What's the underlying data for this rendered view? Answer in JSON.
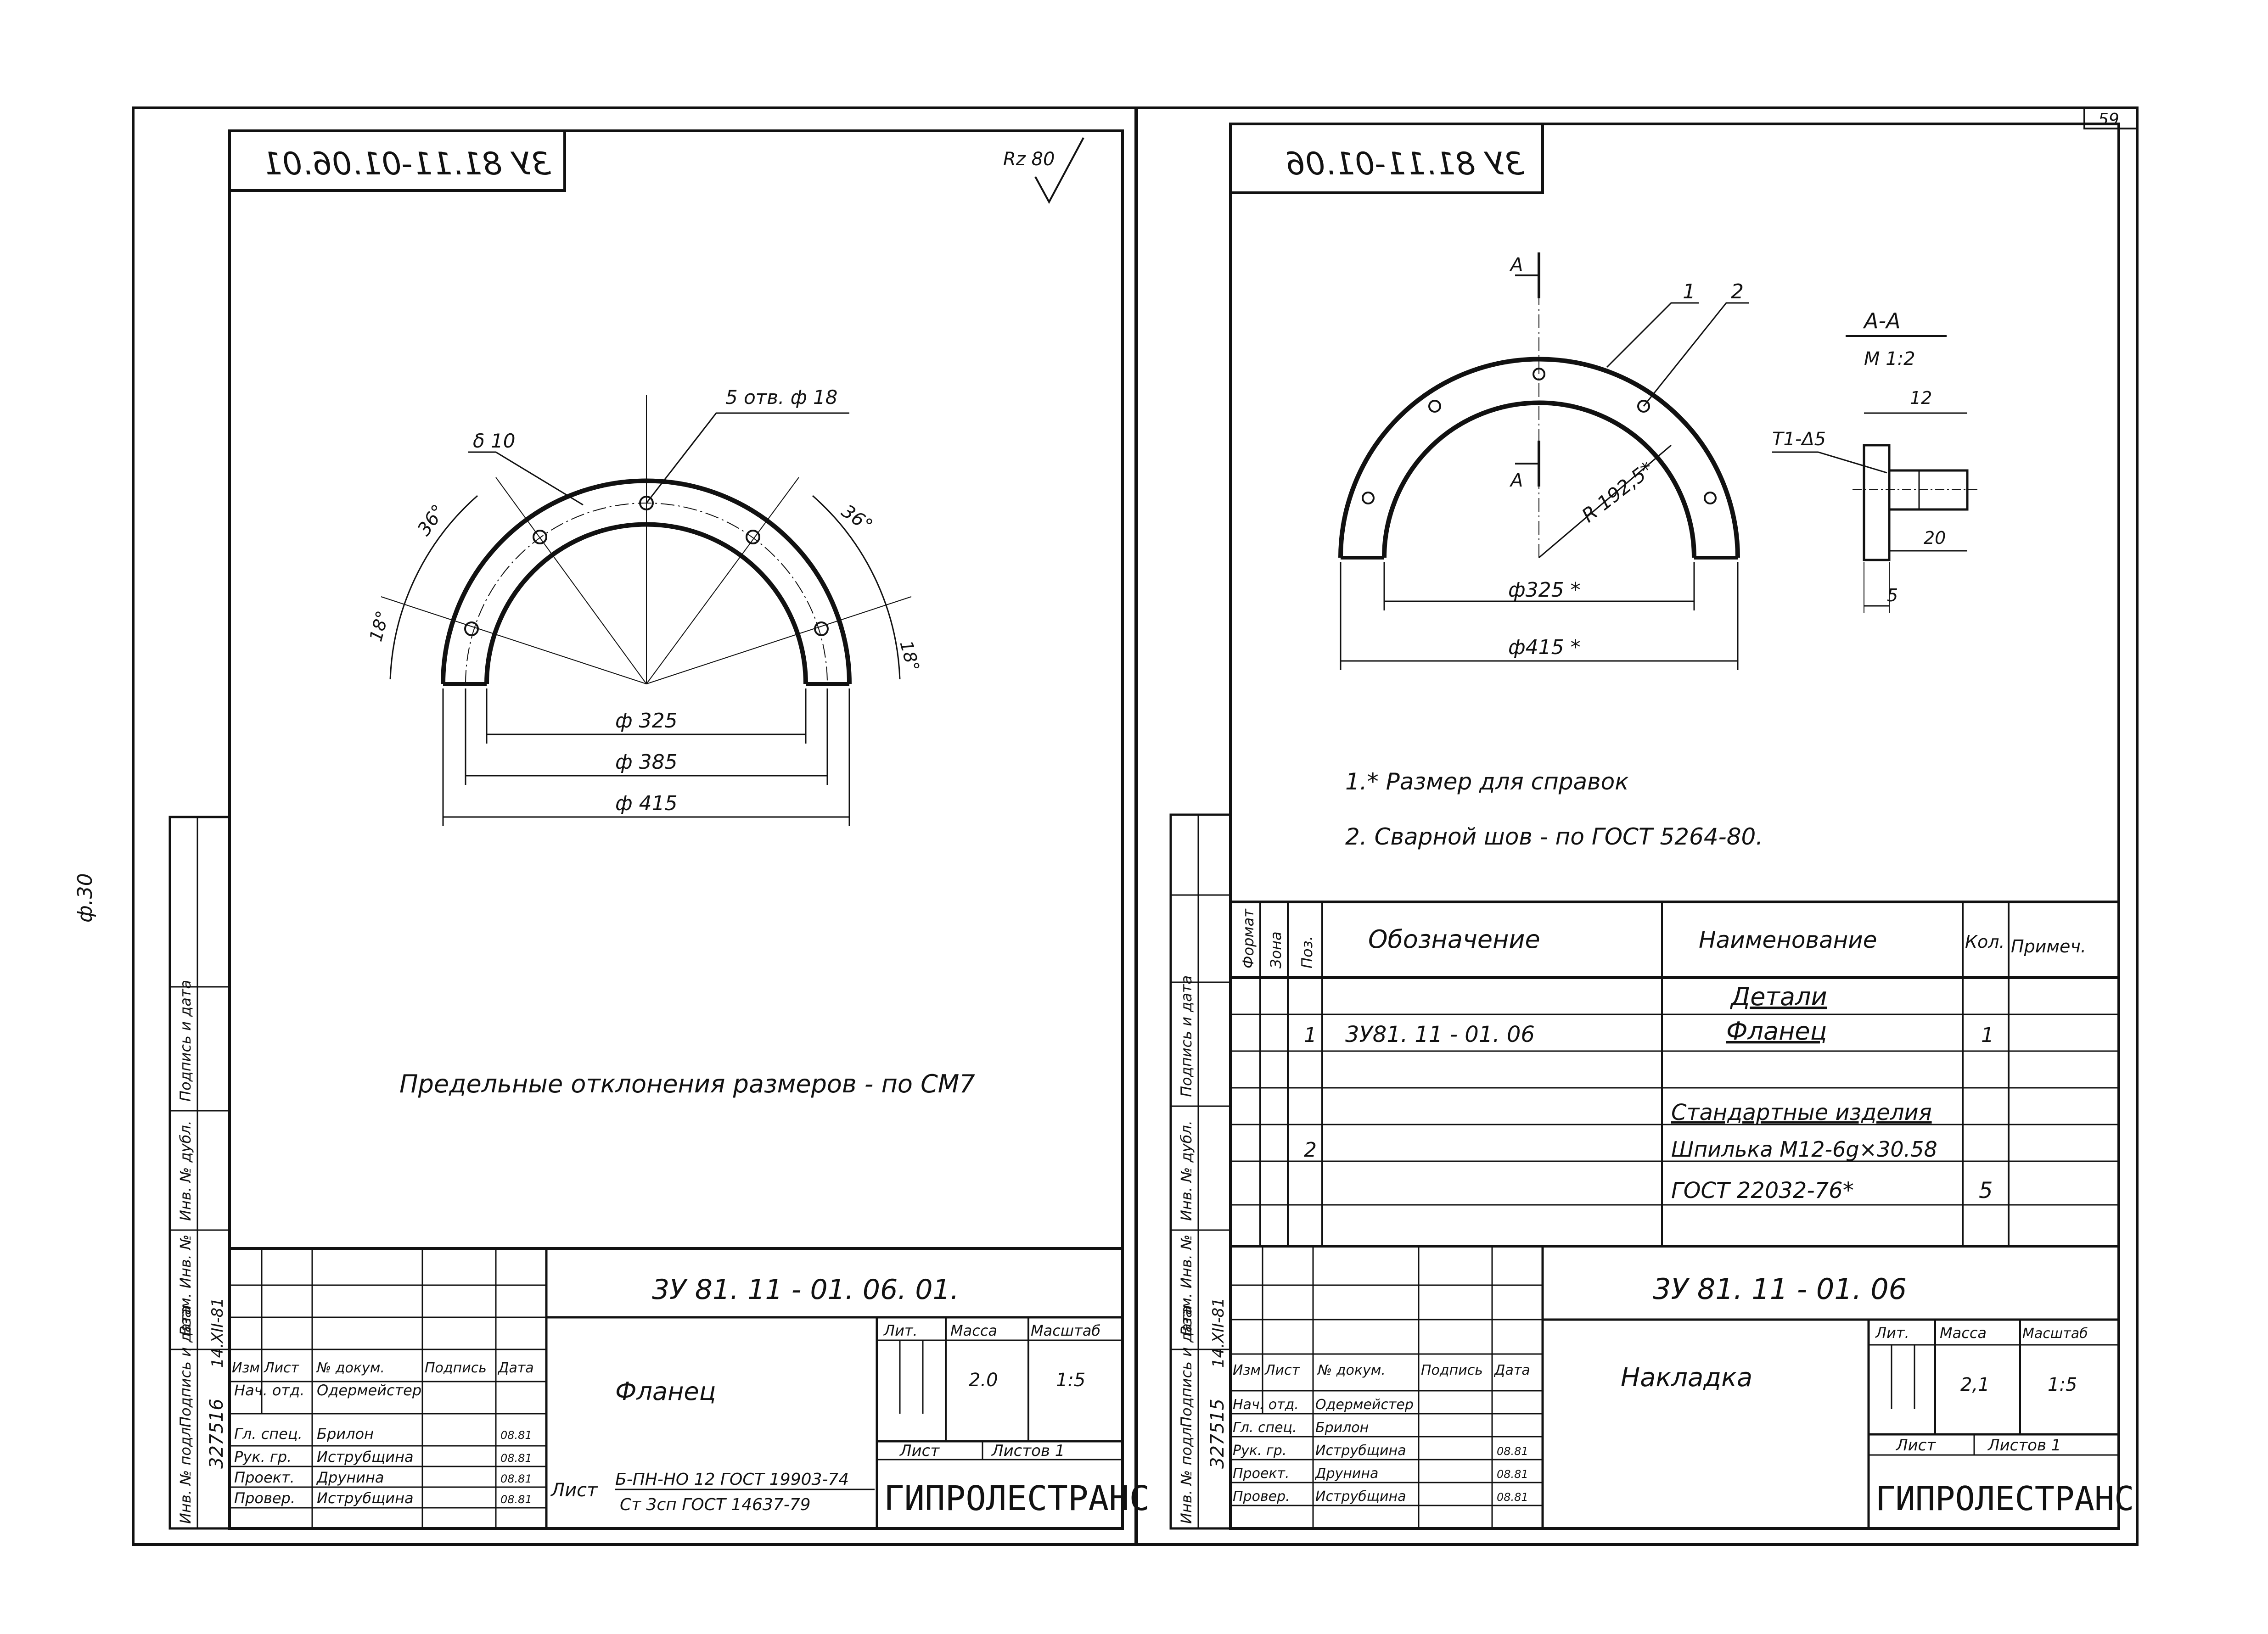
{
  "page_mark": "ф.30",
  "sheet_number": "59",
  "left": {
    "code_mirror": "3У 81.11-01.06.01",
    "roughness": "Rz 80",
    "holes_label": "5 отв. ф 18",
    "thickness_label": "δ 10",
    "angle_36": "36°",
    "angle_18": "18°",
    "dim_325": "ф 325",
    "dim_385": "ф 385",
    "dim_415": "ф 415",
    "tolerance_note": "Предельные отклонения размеров - по СМ7",
    "side_labels": [
      "Инв. № подл.",
      "Подпись и дата",
      "Взам. Инв. №",
      "Инв. № дубл.",
      "Подпись и дата"
    ],
    "inv_number": "327516",
    "inv_date": "14.XII-81",
    "title_block": {
      "doc_code": "3У 81. 11 - 01. 06. 01.",
      "part_name": "Фланец",
      "col_headers": [
        "Изм",
        "Лист",
        "№ докум.",
        "Подпись",
        "Дата"
      ],
      "staff": [
        {
          "role": "Нач. отд.",
          "name": "Одермейстер",
          "date": ""
        },
        {
          "role": "Гл. спец.",
          "name": "Брилон",
          "date": "08.81"
        },
        {
          "role": "Рук. гр.",
          "name": "Иструбщина",
          "date": "08.81"
        },
        {
          "role": "Проект.",
          "name": "Друнина",
          "date": "08.81"
        },
        {
          "role": "Провер.",
          "name": "Иструбщина",
          "date": "08.81"
        }
      ],
      "lit_label": "Лит.",
      "mass_label": "Масса",
      "scale_label": "Масштаб",
      "mass": "2.0",
      "scale": "1:5",
      "sheet_label": "Лист",
      "sheets_label": "Листов 1",
      "material_prefix": "Лист",
      "material_line1": "Б-ПН-НО 12 ГОСТ 19903-74",
      "material_line2": "Ст 3сп ГОСТ 14637-79",
      "company": "ГИПРОЛЕСТРАНС"
    }
  },
  "right": {
    "code_mirror": "3У 81.11-01.06",
    "section_mark": "А",
    "leader_1": "1",
    "leader_2": "2",
    "radius_label": "R 192,5*",
    "dim_325": "ф325 *",
    "dim_415": "ф415 *",
    "section_title": "А-А",
    "section_scale": "М 1:2",
    "weld_label": "Т1-Δ5",
    "dim_12": "12",
    "dim_20": "20",
    "dim_5": "5",
    "notes": [
      "1.* Размер для справок",
      "2. Сварной шов - по ГОСТ 5264-80."
    ],
    "spec_headers": [
      "Формат",
      "Зона",
      "Поз.",
      "Обозначение",
      "Наименование",
      "Кол.",
      "Примеч."
    ],
    "spec_rows": [
      {
        "pos": "",
        "code": "",
        "name": "Детали",
        "qty": ""
      },
      {
        "pos": "1",
        "code": "3У81. 11 - 01. 06",
        "name": "Фланец",
        "qty": "1"
      },
      {
        "pos": "",
        "code": "",
        "name": "Стандартные изделия",
        "qty": ""
      },
      {
        "pos": "2",
        "code": "",
        "name": "Шпилька М12-6g×30.58",
        "qty": ""
      },
      {
        "pos": "",
        "code": "",
        "name": "ГОСТ 22032-76*",
        "qty": "5"
      }
    ],
    "inv_number": "327515",
    "inv_date": "14.XII-81",
    "title_block": {
      "doc_code": "3У 81. 11 - 01. 06",
      "part_name": "Накладка",
      "mass": "2,1",
      "scale": "1:5",
      "sheets_label": "Листов 1",
      "company": "ГИПРОЛЕСТРАНС"
    }
  }
}
